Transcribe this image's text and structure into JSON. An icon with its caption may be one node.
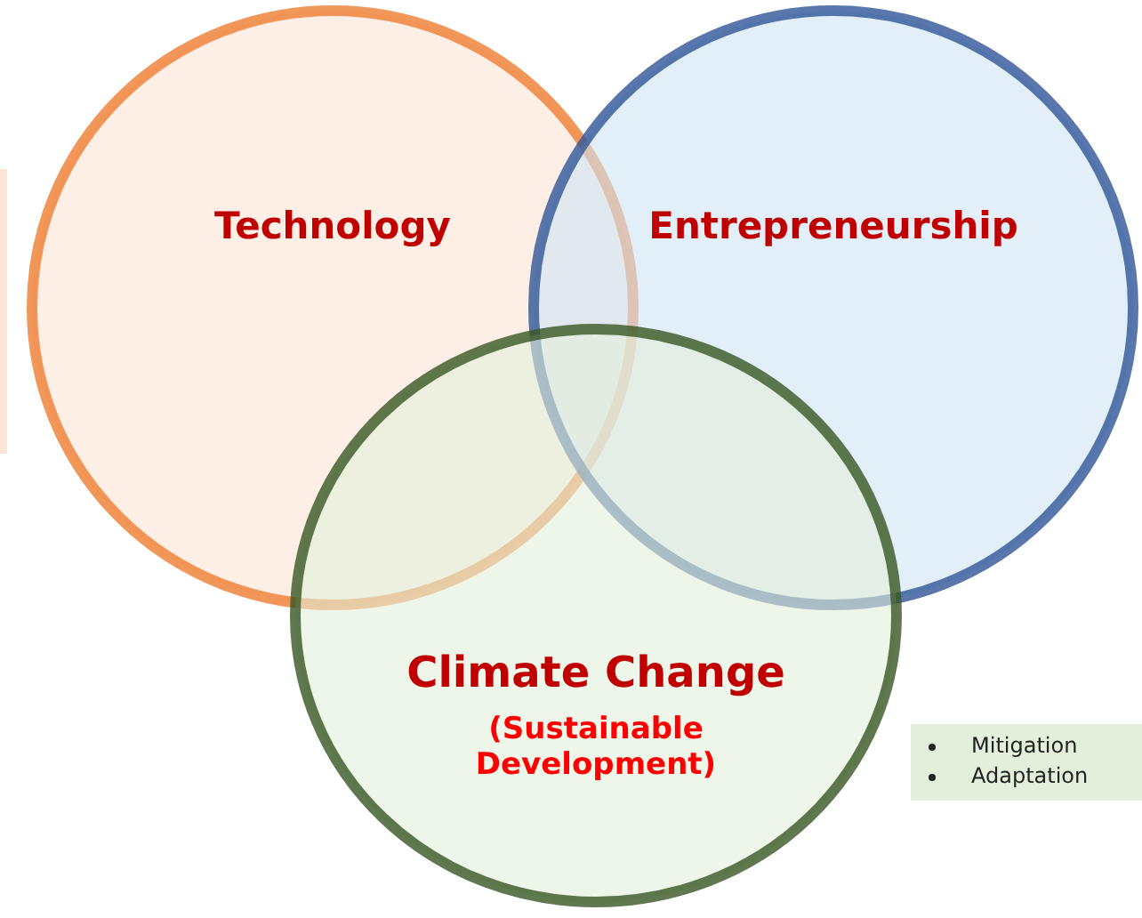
{
  "diagram": {
    "nodes": [
      {
        "text": [],
        "shape": "box"
      },
      {
        "text": [
          "Technology"
        ]
      },
      {
        "text": [
          "Entrepreneurship"
        ]
      },
      {
        "text": [
          "Climate Change",
          "(Sustainable Development)"
        ]
      },
      {
        "text": [
          "Mitigation",
          "Adaptation"
        ]
      }
    ],
    "edges": []
  }
}
